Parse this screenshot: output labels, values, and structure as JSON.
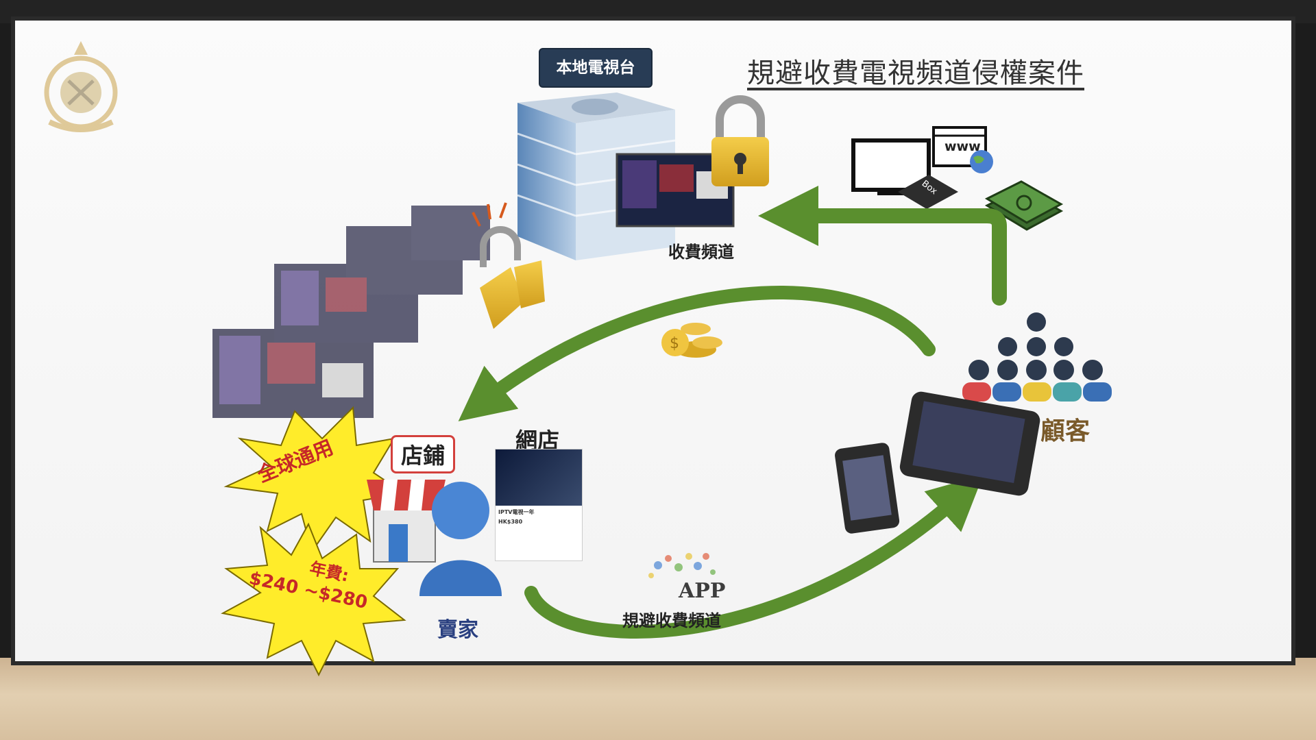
{
  "diagram": {
    "title": "規避收費電視頻道侵權案件",
    "local_tv_station": "本地電視台",
    "paid_channel": "收費頻道",
    "customers": "顧客",
    "seller": "賣家",
    "shop": "店鋪",
    "online_shop": "網店",
    "app": "APP",
    "bypass_channel": "規避收費頻道",
    "global_use": "全球通用",
    "annual_fee_label": "年費:",
    "annual_fee_range": "$240 ~$280",
    "www": "www",
    "tv_box": "TV Box"
  },
  "online_shop_page": {
    "title": "IPTV電視一年",
    "price": "HK$380"
  },
  "colors": {
    "arrow_green": "#5a8f2e",
    "burst_yellow": "#ffec2a",
    "label_navy": "#283c55",
    "text_red": "#c62828",
    "lock_gold": "#e8b62e"
  },
  "icons": [
    "emblem-icon",
    "building-icon",
    "lock-icon",
    "broken-lock-icon",
    "coins-icon",
    "cash-icon",
    "monitor-icon",
    "browser-icon",
    "globe-icon",
    "tvbox-icon",
    "people-group-icon",
    "tablet-icon",
    "phone-icon",
    "store-icon",
    "seller-person-icon",
    "app-logo-icon"
  ]
}
